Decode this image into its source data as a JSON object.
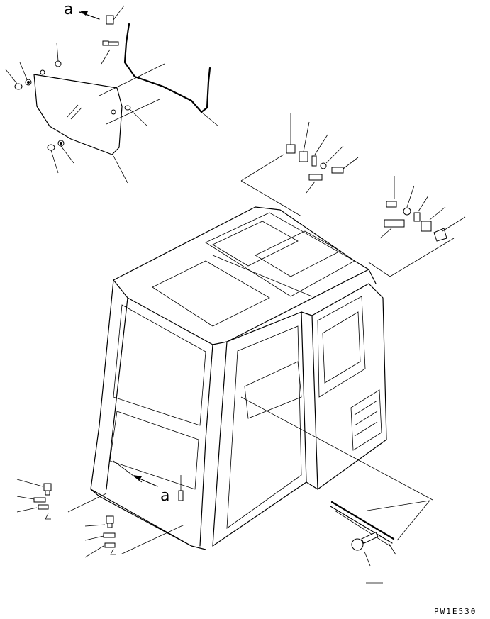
{
  "diagram": {
    "callouts": [
      "a",
      "a"
    ],
    "drawing_code": "PW1E530"
  }
}
